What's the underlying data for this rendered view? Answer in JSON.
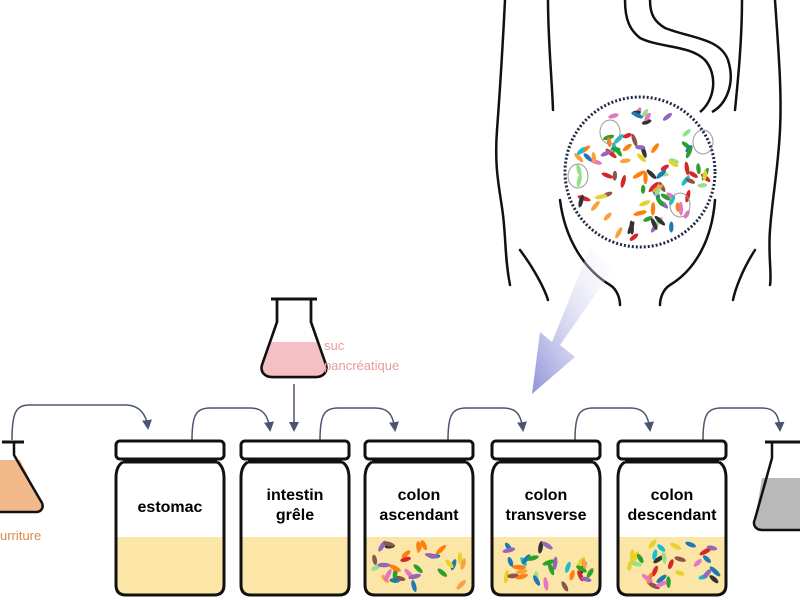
{
  "labels": {
    "suc_pancreatique": "suc\npancréatique",
    "nourriture": "urriture"
  },
  "jars": [
    {
      "id": "estomac",
      "label": "estomac",
      "bacteria": false
    },
    {
      "id": "intestin-grele",
      "label": "intestin\ngrêle",
      "bacteria": false
    },
    {
      "id": "colon-ascendant",
      "label": "colon\nascendant",
      "bacteria": true
    },
    {
      "id": "colon-transverse",
      "label": "colon\ntransverse",
      "bacteria": true
    },
    {
      "id": "colon-descendant",
      "label": "colon\ndescendant",
      "bacteria": true
    }
  ],
  "colors": {
    "outline": "#111111",
    "liquid": "#fbe6a8",
    "arrow": "#4a5670",
    "pancreatic_fill": "#f5c0c4",
    "food_fill": "#f2b98a",
    "waste_fill": "#b9b9b9",
    "big_arrow": "#8f92d8"
  }
}
